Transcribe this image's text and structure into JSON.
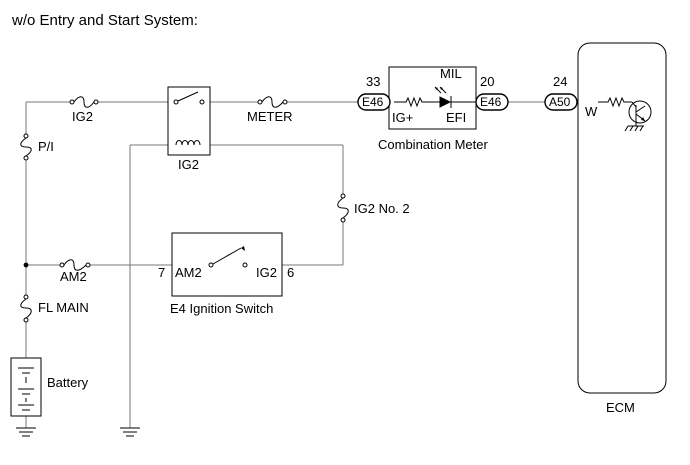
{
  "title": "w/o Entry and Start System:",
  "fuses": {
    "ig2": "IG2",
    "meter": "METER",
    "pi": "P/I",
    "ig2_no2": "IG2 No. 2",
    "am2": "AM2",
    "fl_main": "FL MAIN"
  },
  "relay": {
    "label": "IG2"
  },
  "combination_meter": {
    "name": "Combination Meter",
    "mil": "MIL",
    "ig_plus": "IG+",
    "efi": "EFI",
    "pin_in": "33",
    "pin_out": "20",
    "connector_in": "E46",
    "connector_out": "E46"
  },
  "ignition_switch": {
    "name": "E4 Ignition Switch",
    "pin_am2_num": "7",
    "pin_am2": "AM2",
    "pin_ig2": "IG2",
    "pin_ig2_num": "6"
  },
  "ecm": {
    "name": "ECM",
    "pin": "24",
    "connector": "A50",
    "wire_color": "W"
  },
  "battery": {
    "label": "Battery"
  }
}
